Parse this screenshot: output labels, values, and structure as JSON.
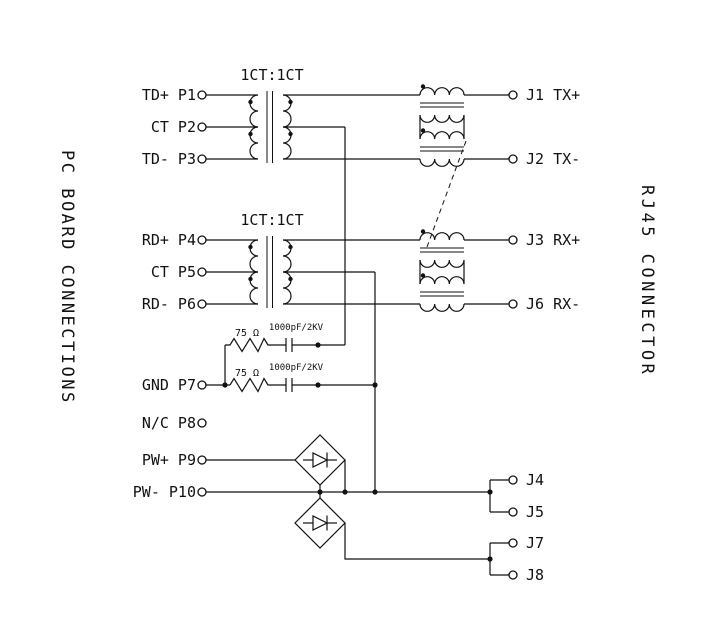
{
  "labels": {
    "left_title": "PC BOARD CONNECTIONS",
    "right_title": "RJ45 CONNECTOR",
    "turns_ratio": "1CT:1CT",
    "resistor_value": "75 Ω",
    "capacitor_value": "1000pF/2KV"
  },
  "left_pins": [
    "TD+ P1",
    "CT P2",
    "TD- P3",
    "RD+ P4",
    "CT P5",
    "RD- P6",
    "GND P7",
    "N/C P8",
    "PW+ P9",
    "PW- P10"
  ],
  "right_pins": [
    "J1 TX+",
    "J2 TX-",
    "J3 RX+",
    "J6 RX-",
    "J4",
    "J5",
    "J7",
    "J8"
  ]
}
